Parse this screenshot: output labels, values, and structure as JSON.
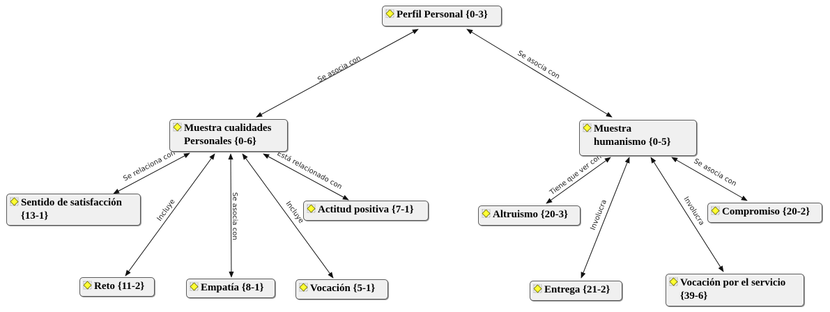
{
  "diagram": {
    "colors": {
      "node_fill": "#f0f0f0",
      "node_border": "#5c5c5c",
      "icon_fill": "#ffff33",
      "edge": "#111111"
    },
    "nodes": {
      "perfil": {
        "line1": "Perfil Personal {0-3}",
        "icon": "quotation-icon"
      },
      "cualidades": {
        "line1": "Muestra cualidades",
        "line2": "Personales {0-6}",
        "icon": "quotation-icon"
      },
      "humanismo": {
        "line1": "Muestra",
        "line2": "humanismo {0-5}",
        "icon": "quotation-icon"
      },
      "satisfaccion": {
        "line1": "Sentido de satisfacción",
        "line2": "{13-1}",
        "icon": "quotation-icon"
      },
      "actitud": {
        "line1": "Actitud positiva {7-1}",
        "icon": "quotation-icon"
      },
      "reto": {
        "line1": "Reto {11-2}",
        "icon": "quotation-icon"
      },
      "empatia": {
        "line1": "Empatía {8-1}",
        "icon": "quotation-icon"
      },
      "vocacion": {
        "line1": "Vocación {5-1}",
        "icon": "quotation-icon"
      },
      "altruismo": {
        "line1": "Altruismo {20-3}",
        "icon": "quotation-icon"
      },
      "compromiso": {
        "line1": "Compromiso {20-2}",
        "icon": "quotation-icon"
      },
      "entrega": {
        "line1": "Entrega {21-2}",
        "icon": "quotation-icon"
      },
      "servicio": {
        "line1": "Vocación por el servicio",
        "line2": "{39-6}",
        "icon": "quotation-icon"
      }
    },
    "edges": [
      {
        "from": "perfil",
        "to": "cualidades",
        "label": "Se asocia con",
        "direction": "both"
      },
      {
        "from": "perfil",
        "to": "humanismo",
        "label": "Se asocia con",
        "direction": "both"
      },
      {
        "from": "cualidades",
        "to": "satisfaccion",
        "label": "Se relaciona con",
        "direction": "both"
      },
      {
        "from": "cualidades",
        "to": "actitud",
        "label": "Está relacionado con",
        "direction": "both"
      },
      {
        "from": "cualidades",
        "to": "reto",
        "label": "Incluye",
        "direction": "both"
      },
      {
        "from": "cualidades",
        "to": "empatia",
        "label": "Se asocia con",
        "direction": "both"
      },
      {
        "from": "cualidades",
        "to": "vocacion",
        "label": "Incluye",
        "direction": "both"
      },
      {
        "from": "humanismo",
        "to": "altruismo",
        "label": "Tiene que ver con",
        "direction": "both"
      },
      {
        "from": "humanismo",
        "to": "compromiso",
        "label": "Se asocia con",
        "direction": "both"
      },
      {
        "from": "humanismo",
        "to": "entrega",
        "label": "Involucra",
        "direction": "both"
      },
      {
        "from": "humanismo",
        "to": "servicio",
        "label": "Involucra",
        "direction": "both"
      }
    ]
  }
}
